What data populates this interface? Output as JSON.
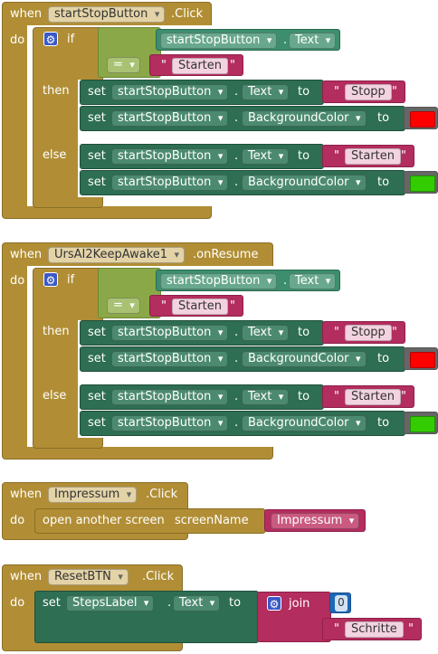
{
  "keywords": {
    "when": "when",
    "do": "do",
    "if": "if",
    "then": "then",
    "else": "else",
    "set": "set",
    "to": "to",
    "dot": ".",
    "eq": "=",
    "quote": "\"",
    "join": "join",
    "open_screen": "open another screen",
    "screen_name": "screenName"
  },
  "block1": {
    "component": "startStopButton",
    "event": ".Click",
    "cond_component": "startStopButton",
    "cond_prop": "Text",
    "cond_value": "Starten",
    "then1_component": "startStopButton",
    "then1_prop": "Text",
    "then1_value": "Stopp",
    "then2_component": "startStopButton",
    "then2_prop": "BackgroundColor",
    "then2_color": "#ff0000",
    "else1_component": "startStopButton",
    "else1_prop": "Text",
    "else1_value": "Starten",
    "else2_component": "startStopButton",
    "else2_prop": "BackgroundColor",
    "else2_color": "#33cc00"
  },
  "block2": {
    "component": "UrsAI2KeepAwake1",
    "event": ".onResume",
    "cond_component": "startStopButton",
    "cond_prop": "Text",
    "cond_value": "Starten",
    "then1_component": "startStopButton",
    "then1_prop": "Text",
    "then1_value": "Stopp",
    "then2_component": "startStopButton",
    "then2_prop": "BackgroundColor",
    "then2_color": "#ff0000",
    "else1_component": "startStopButton",
    "else1_prop": "Text",
    "else1_value": "Starten",
    "else2_component": "startStopButton",
    "else2_prop": "BackgroundColor",
    "else2_color": "#33cc00"
  },
  "block3": {
    "component": "Impressum",
    "event": ".Click",
    "screen_value": "Impressum"
  },
  "block4": {
    "component": "ResetBTN",
    "event": ".Click",
    "set_component": "StepsLabel",
    "set_prop": "Text",
    "join_num": "0",
    "join_text": "Schritte"
  }
}
